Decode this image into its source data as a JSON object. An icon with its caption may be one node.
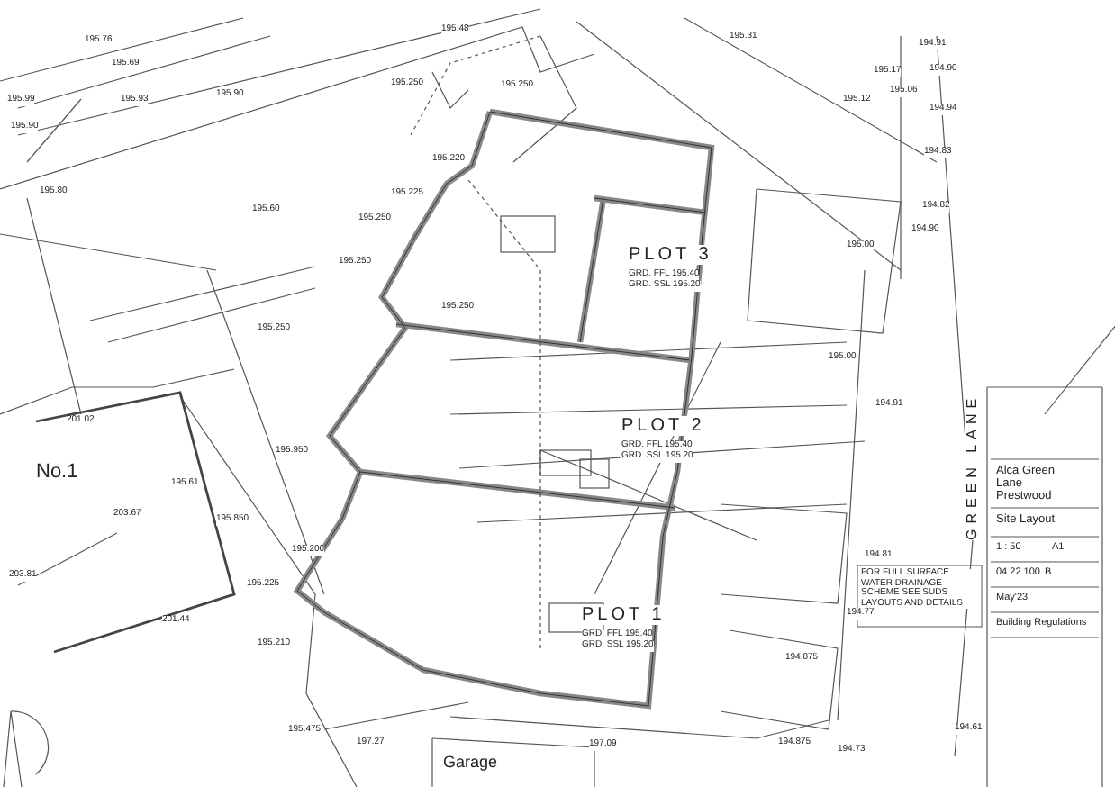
{
  "diagram": {
    "labels": [
      "195.76",
      "195.69",
      "195.99",
      "195.93",
      "195.90",
      "195.90",
      "195.80",
      "195.48",
      "195.250",
      "195.250",
      "195.220",
      "195.225",
      "195.60",
      "195.250",
      "195.250",
      "195.250",
      "195.250",
      "195.950",
      "195.850",
      "195.200",
      "195.225",
      "195.210",
      "195.61",
      "201.02",
      "203.67",
      "203.81",
      "201.44",
      "No.1",
      "195.475",
      "197.27",
      "Garage",
      "PLOT 3",
      "GRD. FFL 195.40",
      "GRD. SSL 195.20",
      "195.31",
      "194.91",
      "195.17",
      "194.90",
      "195.06",
      "195.12",
      "194.94",
      "194.83",
      "194.82",
      "194.90",
      "195.00",
      "195.00",
      "PLOT 2",
      "GRD. FFL 195.40",
      "GRD. SSL 195.20",
      "194.91",
      "GREEN LANE",
      "194.81",
      "FOR FULL SURFACE WATER DRAINAGE SCHEME SEE SUDS LAYOUTS AND DETAILS",
      "PLOT 1",
      "GRD. FFL 195.40",
      "GRD. SSL 195.20",
      "194.875",
      "194.77",
      "197.09",
      "194.875",
      "194.73",
      "194.61",
      "Alca Green Lane Prestwood",
      "Site Layout",
      "1 : 50",
      "A1",
      "04 22 100",
      "B",
      "May'23",
      "Building Regulations"
    ]
  }
}
